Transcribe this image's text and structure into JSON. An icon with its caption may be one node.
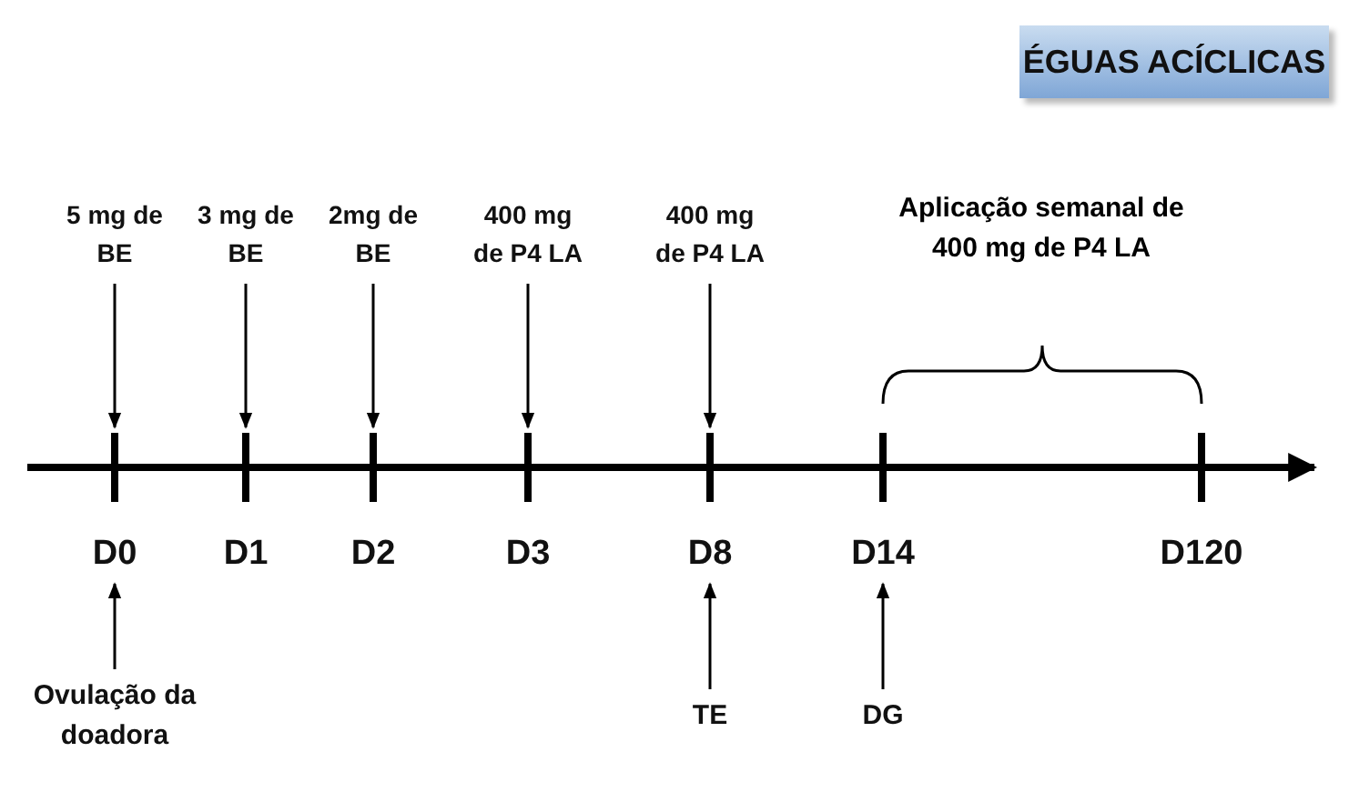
{
  "diagram": {
    "title": "ÉGUAS ACÍCLICAS",
    "nodes": [
      {
        "text": [
          "5 mg de BE"
        ]
      },
      {
        "text": [
          "3 mg de BE"
        ]
      },
      {
        "text": [
          "2mg de BE"
        ]
      },
      {
        "text": [
          "400 mg de P4 LA"
        ]
      },
      {
        "text": [
          "400 mg de P4 LA"
        ]
      },
      {
        "text": [],
        "shape": "bar"
      },
      {
        "text": [],
        "shape": "bar"
      },
      {
        "text": [],
        "shape": "bar"
      },
      {
        "text": [],
        "shape": "bar"
      },
      {
        "text": [],
        "shape": "bar"
      },
      {
        "text": [],
        "shape": "bar"
      },
      {
        "text": [],
        "shape": "bar"
      },
      {
        "text": [
          "D0"
        ]
      },
      {
        "text": [
          "D1"
        ]
      },
      {
        "text": [
          "D2"
        ]
      },
      {
        "text": [
          "D3"
        ]
      },
      {
        "text": [
          "D8"
        ]
      },
      {
        "text": [
          "D14"
        ]
      },
      {
        "text": [
          "D120"
        ]
      },
      {
        "text": [
          "Ovulação da doadora"
        ]
      },
      {
        "text": [
          "TE"
        ]
      },
      {
        "text": [
          "DG"
        ]
      }
    ],
    "edges": [
      {
        "from": 0,
        "to": 5,
        "arrow": "to"
      },
      {
        "from": 1,
        "to": 6,
        "arrow": "to"
      },
      {
        "from": 2,
        "to": 7,
        "arrow": "to"
      },
      {
        "from": 3,
        "to": 8,
        "arrow": "to"
      },
      {
        "from": 4,
        "to": 9,
        "arrow": "to"
      },
      {
        "from": 19,
        "to": 12,
        "arrow": "to"
      },
      {
        "from": 20,
        "to": 16,
        "arrow": "to"
      },
      {
        "from": 21,
        "to": 17,
        "arrow": "to"
      }
    ],
    "labels": [
      "Aplicação semanal de 400 mg de P4 LA"
    ]
  }
}
